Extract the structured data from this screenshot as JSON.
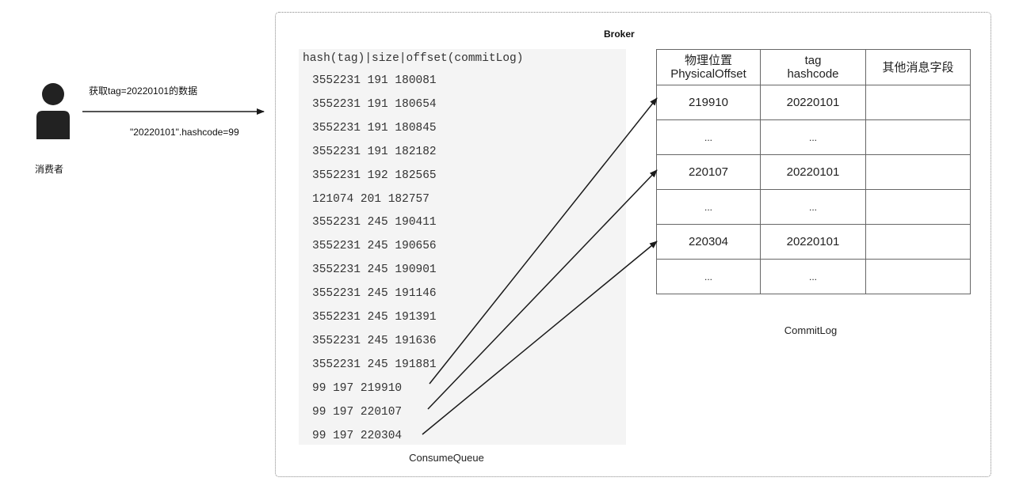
{
  "consumer": {
    "label": "消费者",
    "icon": "person-icon"
  },
  "request": {
    "label": "获取tag=20220101的数据",
    "hashcode_note": "\"20220101\".hashcode=99"
  },
  "broker": {
    "title": "Broker"
  },
  "consume_queue": {
    "header": "hash(tag)|size|offset(commitLog)",
    "entries": [
      "3552231 191 180081",
      "3552231 191 180654",
      "3552231 191 180845",
      "3552231 191 182182",
      "3552231 192 182565",
      "121074 201 182757",
      "3552231 245 190411",
      "3552231 245 190656",
      "3552231 245 190901",
      "3552231 245 191146",
      "3552231 245 191391",
      "3552231 245 191636",
      "3552231 245 191881",
      "99 197 219910",
      "99 197 220107",
      "99 197 220304"
    ],
    "caption": "ConsumeQueue"
  },
  "commit_log": {
    "headers": [
      [
        "物理位置",
        "PhysicalOffset"
      ],
      [
        "tag",
        "hashcode"
      ],
      [
        "其他消息字段"
      ]
    ],
    "rows": [
      [
        "219910",
        "20220101",
        ""
      ],
      [
        "...",
        "...",
        ""
      ],
      [
        "220107",
        "20220101",
        ""
      ],
      [
        "...",
        "...",
        ""
      ],
      [
        "220304",
        "20220101",
        ""
      ],
      [
        "...",
        "...",
        ""
      ]
    ],
    "caption": "CommitLog"
  },
  "colors": {
    "line": "#1a1a1a",
    "queue_background": "#f4f4f4",
    "border": "#666666"
  }
}
